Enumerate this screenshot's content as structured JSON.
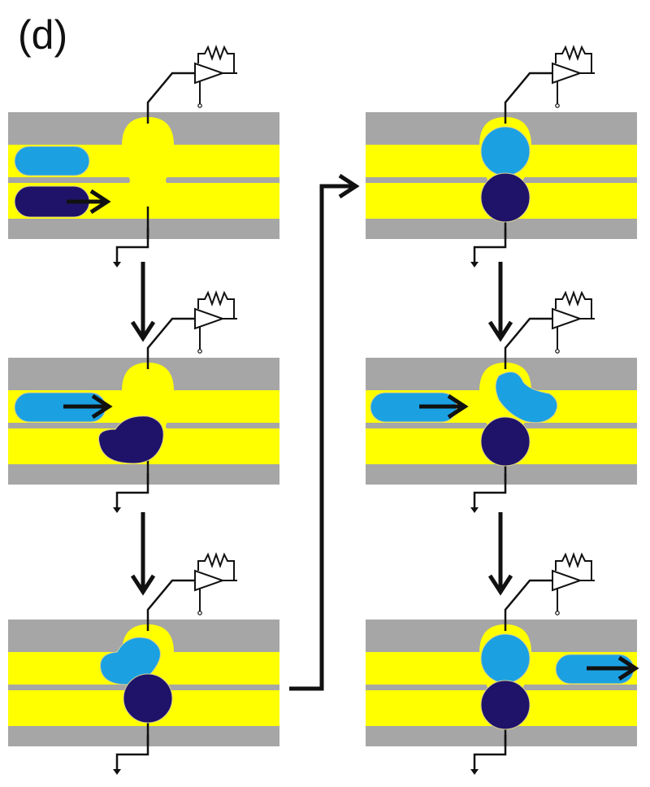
{
  "figure": {
    "panel_label": "(d)",
    "colors": {
      "membrane": "#a6a6a6",
      "channel": "#ffff00",
      "light_particle": "#1ba1e2",
      "dark_particle": "#1f1269",
      "stroke": "#111111"
    },
    "frames": [
      {
        "id": "frame-1",
        "state": "light-particle-in-upper-channel, dark-particle-entering-lower-channel"
      },
      {
        "id": "frame-2",
        "state": "dark-particle-deforming-into-junction"
      },
      {
        "id": "frame-3",
        "state": "dark-particle-trapped, light-particle-deforming-into-junction"
      },
      {
        "id": "frame-4",
        "state": "both-particles-trapped"
      },
      {
        "id": "frame-5",
        "state": "new-light-particle-arriving, trapped-light-particle-deforming"
      },
      {
        "id": "frame-6",
        "state": "light-particle-exiting-upper-channel"
      }
    ],
    "icons": [
      "amplifier-icon",
      "ground-icon",
      "arrow-icon",
      "electrode-icon"
    ]
  }
}
